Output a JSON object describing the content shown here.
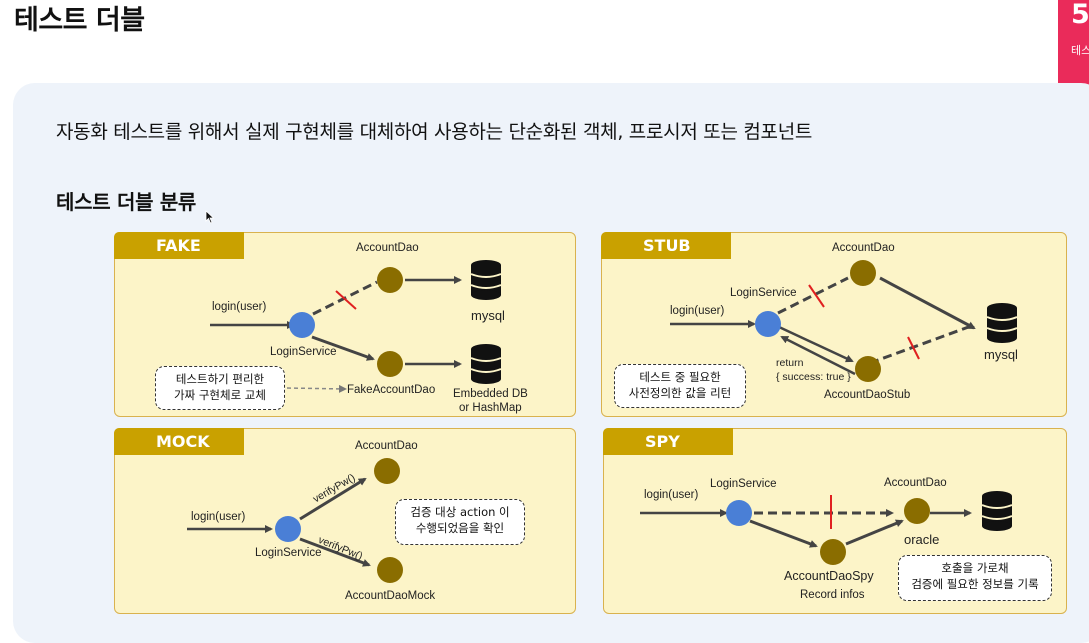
{
  "page": {
    "title": "테스트 더블",
    "badge_number": "5",
    "badge_subtitle": "테스",
    "definition": "자동화 테스트를 위해서 실제 구현체를 대체하여 사용하는 단순화된 객체, 프로시저 또는 컴포넌트",
    "section_title": "테스트 더블 분류"
  },
  "colors": {
    "accent": "#ea2b5a",
    "panel_bg": "#fcf4c8",
    "panel_tag": "#c9a100",
    "node_blue": "#4a7fd6",
    "node_olive": "#8a6d00",
    "cut_red": "#e02020"
  },
  "fake": {
    "tag": "FAKE",
    "input_label": "login(user)",
    "service_label": "LoginService",
    "real_dao": "AccountDao",
    "real_store": "mysql",
    "fake_dao": "FakeAccountDao",
    "fake_store_line1": "Embedded DB",
    "fake_store_line2": "or HashMap",
    "note_line1": "테스트하기 편리한",
    "note_line2": "가짜 구현체로 교체"
  },
  "stub": {
    "tag": "STUB",
    "input_label": "login(user)",
    "service_label": "LoginService",
    "real_dao": "AccountDao",
    "store": "mysql",
    "stub_dao": "AccountDaoStub",
    "return_line1": "return",
    "return_line2": "{ success: true }",
    "note_line1": "테스트 중 필요한",
    "note_line2": "사전정의한 값을 리턴"
  },
  "mock": {
    "tag": "MOCK",
    "input_label": "login(user)",
    "service_label": "LoginService",
    "real_dao": "AccountDao",
    "mock_dao": "AccountDaoMock",
    "call_upper": "verifyPw()",
    "call_lower": "verifyPw()",
    "note_line1": "검증 대상 action 이",
    "note_line2": "수행되었음을 확인"
  },
  "spy": {
    "tag": "SPY",
    "input_label": "login(user)",
    "service_label": "LoginService",
    "real_dao": "AccountDao",
    "store": "oracle",
    "spy_dao": "AccountDaoSpy",
    "record_label": "Record infos",
    "note_line1": "호출을 가로채",
    "note_line2": "검증에 필요한 정보를 기록"
  },
  "icons": [
    "database-icon",
    "mouse-cursor-icon"
  ]
}
